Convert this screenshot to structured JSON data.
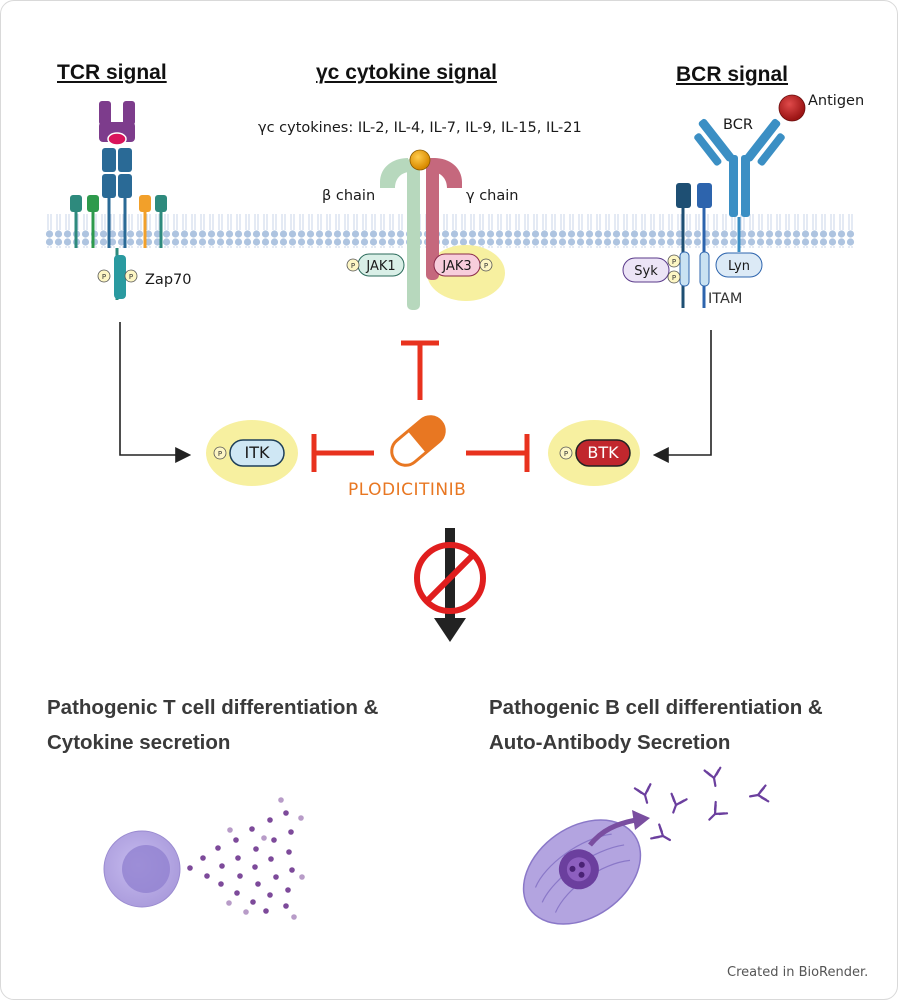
{
  "headings": {
    "tcr": "TCR signal",
    "cytokine": "γc cytokine signal",
    "bcr": "BCR signal"
  },
  "labels": {
    "cytokines_list": "γc cytokines: IL-2, IL-4, IL-7, IL-9, IL-15, IL-21",
    "beta_chain": "β chain",
    "gamma_chain": "γ chain",
    "zap70": "Zap70",
    "jak1": "JAK1",
    "jak3": "JAK3",
    "bcr": "BCR",
    "antigen": "Antigen",
    "syk": "Syk",
    "lyn": "Lyn",
    "itam": "ITAM",
    "itk": "ITK",
    "btk": "BTK",
    "phospho": "P"
  },
  "drug": "PLODICITINIB",
  "outcomes": {
    "t_cell_line1": "Pathogenic T cell differentiation &",
    "t_cell_line2": "Cytokine secretion",
    "b_cell_line1": "Pathogenic B cell differentiation &",
    "b_cell_line2": "Auto-Antibody Secretion"
  },
  "credit": "Created in BioRender.",
  "colors": {
    "inhibit": "#e8321e",
    "drug": "#e87722",
    "highlight": "#f7f0a0",
    "membrane": "#b9cde6",
    "tcr_purple": "#7d3c8c",
    "tcr_blue": "#2a6a96",
    "bcr_blue": "#3b8fc4",
    "jak1_fill": "#d9efe7",
    "jak3_fill": "#f7cddc",
    "btk_fill": "#c1272d",
    "itk_fill": "#cfe7f4",
    "cell_purple": "#b3a4e0",
    "prohibit_red": "#e01e1e"
  }
}
